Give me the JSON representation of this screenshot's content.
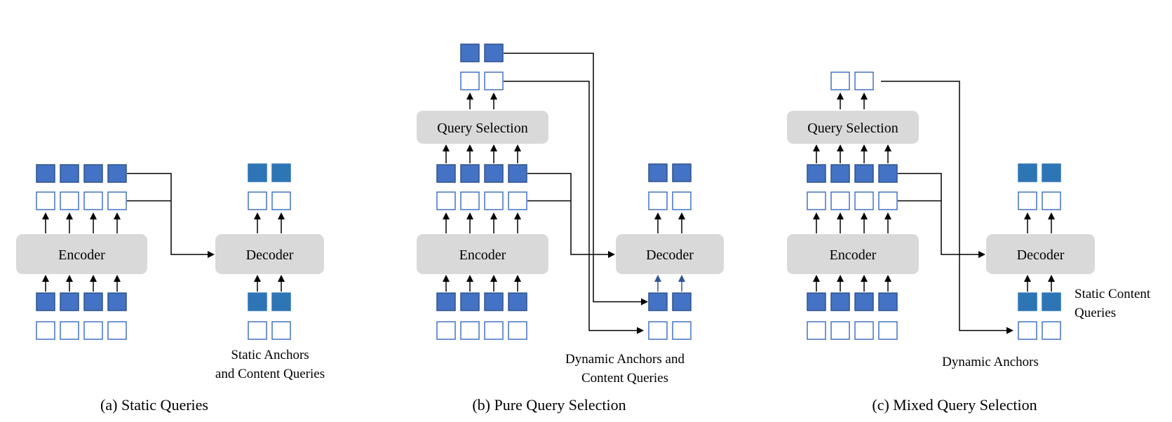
{
  "colors": {
    "filled": "#4472C4",
    "filled_stroke": "#2F528F",
    "teal": "#2E75B6",
    "empty_stroke": "#4472C4",
    "block_fill": "#D9D9D9",
    "line": "#000000",
    "small_arrow": "#2F5597"
  },
  "panels": [
    {
      "caption": "(a) Static Queries",
      "encoder_label": "Encoder",
      "decoder_label": "Decoder",
      "decoder_note": [
        "Static Anchors",
        "and Content Queries"
      ]
    },
    {
      "caption": "(b) Pure Query Selection",
      "selection_label": "Query Selection",
      "encoder_label": "Encoder",
      "decoder_label": "Decoder",
      "decoder_note": [
        "Dynamic Anchors and",
        "Content Queries"
      ]
    },
    {
      "caption": "(c) Mixed Query Selection",
      "selection_label": "Query Selection",
      "encoder_label": "Encoder",
      "decoder_label": "Decoder",
      "decoder_note": [
        "Dynamic Anchors"
      ],
      "side_note": [
        "Static Content",
        "Queries"
      ]
    }
  ]
}
